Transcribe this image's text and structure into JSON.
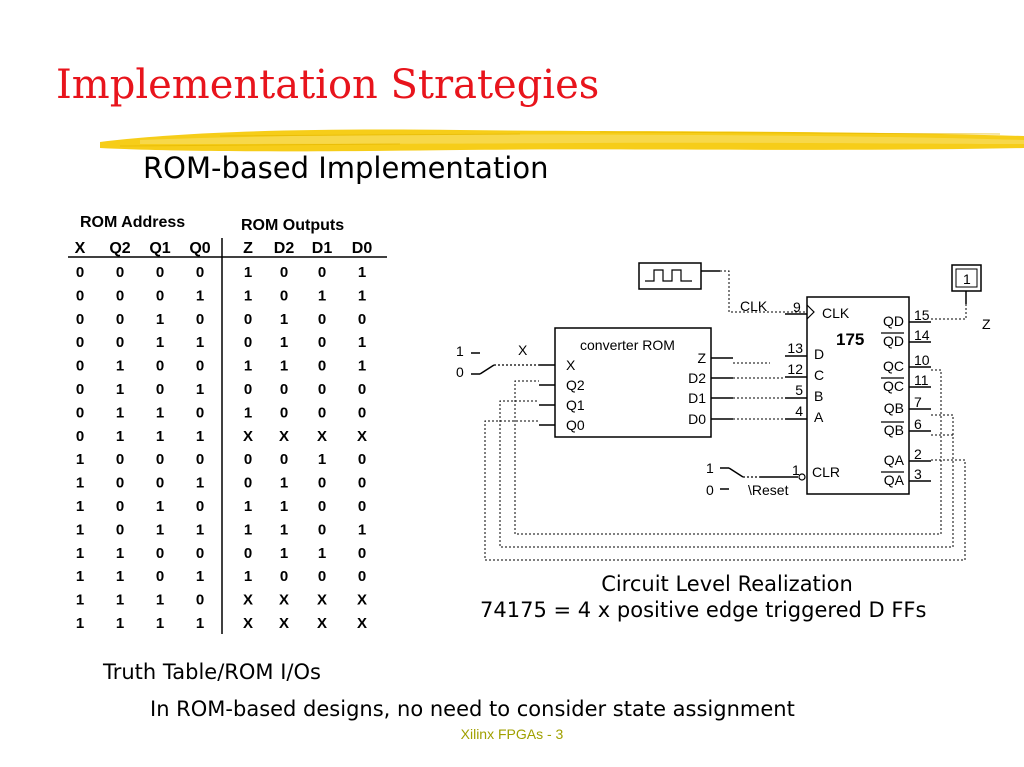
{
  "slide": {
    "title": "Implementation Strategies",
    "subtitle": "ROM-based Implementation",
    "footer": "Xilinx FPGAs - 3",
    "note": "In ROM-based designs, no need to consider state assignment",
    "accent_color": "#e8141c",
    "brush_color": "#f5c800"
  },
  "truth_table": {
    "group_address": "ROM Address",
    "group_outputs": "ROM Outputs",
    "headers": [
      "X",
      "Q2",
      "Q1",
      "Q0",
      "Z",
      "D2",
      "D1",
      "D0"
    ],
    "rows": [
      [
        "0",
        "0",
        "0",
        "0",
        "1",
        "0",
        "0",
        "1"
      ],
      [
        "0",
        "0",
        "0",
        "1",
        "1",
        "0",
        "1",
        "1"
      ],
      [
        "0",
        "0",
        "1",
        "0",
        "0",
        "1",
        "0",
        "0"
      ],
      [
        "0",
        "0",
        "1",
        "1",
        "0",
        "1",
        "0",
        "1"
      ],
      [
        "0",
        "1",
        "0",
        "0",
        "1",
        "1",
        "0",
        "1"
      ],
      [
        "0",
        "1",
        "0",
        "1",
        "0",
        "0",
        "0",
        "0"
      ],
      [
        "0",
        "1",
        "1",
        "0",
        "1",
        "0",
        "0",
        "0"
      ],
      [
        "0",
        "1",
        "1",
        "1",
        "X",
        "X",
        "X",
        "X"
      ],
      [
        "1",
        "0",
        "0",
        "0",
        "0",
        "0",
        "1",
        "0"
      ],
      [
        "1",
        "0",
        "0",
        "1",
        "0",
        "1",
        "0",
        "0"
      ],
      [
        "1",
        "0",
        "1",
        "0",
        "1",
        "1",
        "0",
        "0"
      ],
      [
        "1",
        "0",
        "1",
        "1",
        "1",
        "1",
        "0",
        "1"
      ],
      [
        "1",
        "1",
        "0",
        "0",
        "0",
        "1",
        "1",
        "0"
      ],
      [
        "1",
        "1",
        "0",
        "1",
        "1",
        "0",
        "0",
        "0"
      ],
      [
        "1",
        "1",
        "1",
        "0",
        "X",
        "X",
        "X",
        "X"
      ],
      [
        "1",
        "1",
        "1",
        "1",
        "X",
        "X",
        "X",
        "X"
      ]
    ],
    "caption": "Truth Table/ROM I/Os"
  },
  "circuit": {
    "rom_label": "converter ROM",
    "rom_inputs": [
      "X",
      "Q2",
      "Q1",
      "Q0"
    ],
    "rom_outputs": [
      "Z",
      "D2",
      "D1",
      "D0"
    ],
    "ff_number": "175",
    "ff_clk": "CLK",
    "ff_clr": "CLR",
    "ff_inputs": [
      "D",
      "C",
      "B",
      "A"
    ],
    "ff_input_pins": [
      "13",
      "12",
      "5",
      "4"
    ],
    "ff_outputs": [
      "QD",
      "QD",
      "QC",
      "QC",
      "QB",
      "QB",
      "QA",
      "QA"
    ],
    "ff_output_pins": [
      "15",
      "14",
      "10",
      "11",
      "7",
      "6",
      "2",
      "3"
    ],
    "clk_pin": "9",
    "clr_pin": "1",
    "clk_label": "CLK",
    "x_label": "X",
    "reset_label": "\\Reset",
    "z_label": "Z",
    "switch_high": "1",
    "switch_low": "0",
    "probe_label": "1",
    "caption_line1": "Circuit Level Realization",
    "caption_line2": "74175 = 4 x positive edge triggered D FFs"
  }
}
